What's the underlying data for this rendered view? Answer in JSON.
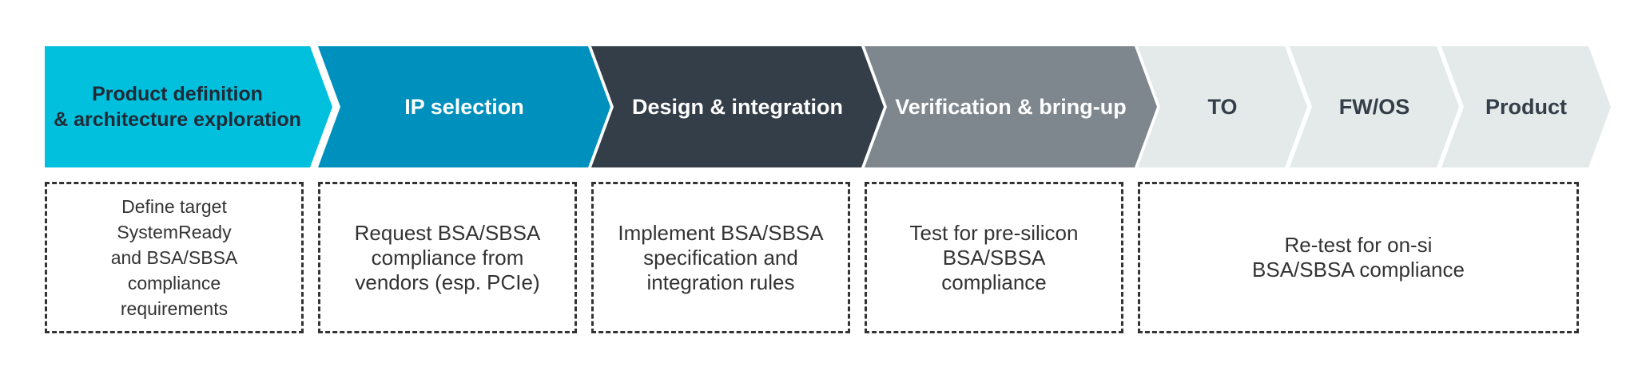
{
  "stages": [
    {
      "label_lines": [
        "Product definition",
        "& architecture exploration"
      ],
      "bg": "#00c0de",
      "fg": "#1f2a36"
    },
    {
      "label_lines": [
        "IP selection"
      ],
      "bg": "#0090bd",
      "fg": "#ffffff"
    },
    {
      "label_lines": [
        "Design & integration"
      ],
      "bg": "#343e48",
      "fg": "#ffffff"
    },
    {
      "label_lines": [
        "Verification & bring-up"
      ],
      "bg": "#7e868e",
      "fg": "#ffffff"
    },
    {
      "label_lines": [
        "TO"
      ],
      "bg": "#e4e9e9",
      "fg": "#343e48"
    },
    {
      "label_lines": [
        "FW/OS"
      ],
      "bg": "#e4e9e9",
      "fg": "#343e48"
    },
    {
      "label_lines": [
        "Product"
      ],
      "bg": "#e4e9e9",
      "fg": "#343e48"
    }
  ],
  "notes": [
    {
      "lines": [
        "Define target",
        "SystemReady",
        "and BSA/SBSA",
        "compliance",
        "requirements"
      ]
    },
    {
      "lines": [
        "Request BSA/SBSA",
        "compliance from",
        "vendors (esp. PCIe)"
      ]
    },
    {
      "lines": [
        "Implement BSA/SBSA",
        "specification and",
        "integration rules"
      ]
    },
    {
      "lines": [
        "Test for pre-silicon",
        "BSA/SBSA",
        "compliance"
      ]
    },
    {
      "lines": [
        "Re-test for on-si",
        "BSA/SBSA compliance"
      ]
    }
  ]
}
